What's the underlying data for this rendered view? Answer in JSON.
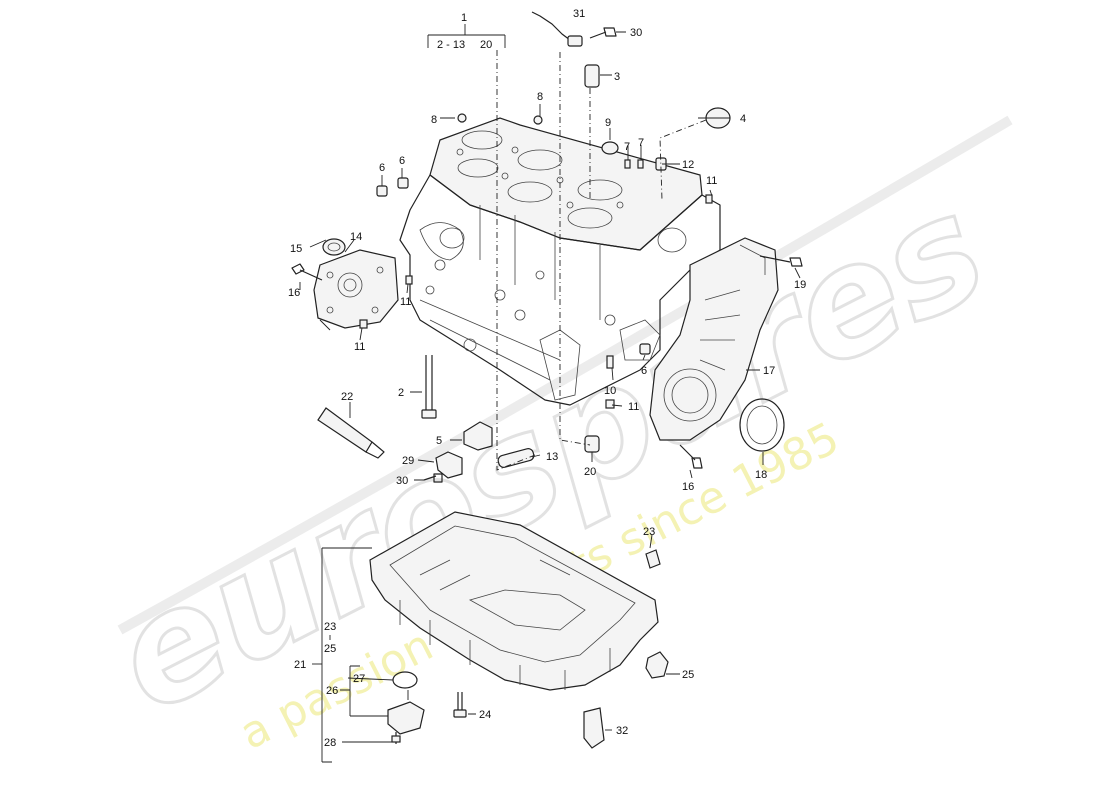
{
  "watermark": {
    "brand": "eurospares",
    "tagline": "a passion for parts since 1985",
    "brand_color": "#e6e6e6",
    "tagline_color": "#f3f1a8"
  },
  "diagram": {
    "callouts": [
      {
        "id": "c1",
        "text": "1"
      },
      {
        "id": "c1-range",
        "text": "2 - 13"
      },
      {
        "id": "c1-20",
        "text": "20"
      },
      {
        "id": "c2",
        "text": "2"
      },
      {
        "id": "c3",
        "text": "3"
      },
      {
        "id": "c4",
        "text": "4"
      },
      {
        "id": "c5",
        "text": "5"
      },
      {
        "id": "c6a",
        "text": "6"
      },
      {
        "id": "c6b",
        "text": "6"
      },
      {
        "id": "c6c",
        "text": "6"
      },
      {
        "id": "c7a",
        "text": "7"
      },
      {
        "id": "c7b",
        "text": "7"
      },
      {
        "id": "c8a",
        "text": "8"
      },
      {
        "id": "c8b",
        "text": "8"
      },
      {
        "id": "c9",
        "text": "9"
      },
      {
        "id": "c10",
        "text": "10"
      },
      {
        "id": "c11a",
        "text": "11"
      },
      {
        "id": "c11b",
        "text": "11"
      },
      {
        "id": "c11c",
        "text": "11"
      },
      {
        "id": "c11d",
        "text": "11"
      },
      {
        "id": "c12",
        "text": "12"
      },
      {
        "id": "c13",
        "text": "13"
      },
      {
        "id": "c14",
        "text": "14"
      },
      {
        "id": "c15",
        "text": "15"
      },
      {
        "id": "c16a",
        "text": "16"
      },
      {
        "id": "c16b",
        "text": "16"
      },
      {
        "id": "c17",
        "text": "17"
      },
      {
        "id": "c18",
        "text": "18"
      },
      {
        "id": "c19",
        "text": "19"
      },
      {
        "id": "c20",
        "text": "20"
      },
      {
        "id": "c21",
        "text": "21"
      },
      {
        "id": "c22",
        "text": "22"
      },
      {
        "id": "c23a",
        "text": "23"
      },
      {
        "id": "c23b",
        "text": "23"
      },
      {
        "id": "c24",
        "text": "24"
      },
      {
        "id": "c25a",
        "text": "25"
      },
      {
        "id": "c25b",
        "text": "25"
      },
      {
        "id": "c26",
        "text": "26"
      },
      {
        "id": "c27",
        "text": "27"
      },
      {
        "id": "c28",
        "text": "28"
      },
      {
        "id": "c29",
        "text": "29"
      },
      {
        "id": "c30a",
        "text": "30"
      },
      {
        "id": "c30b",
        "text": "30"
      },
      {
        "id": "c31",
        "text": "31"
      },
      {
        "id": "c32",
        "text": "32"
      }
    ]
  }
}
